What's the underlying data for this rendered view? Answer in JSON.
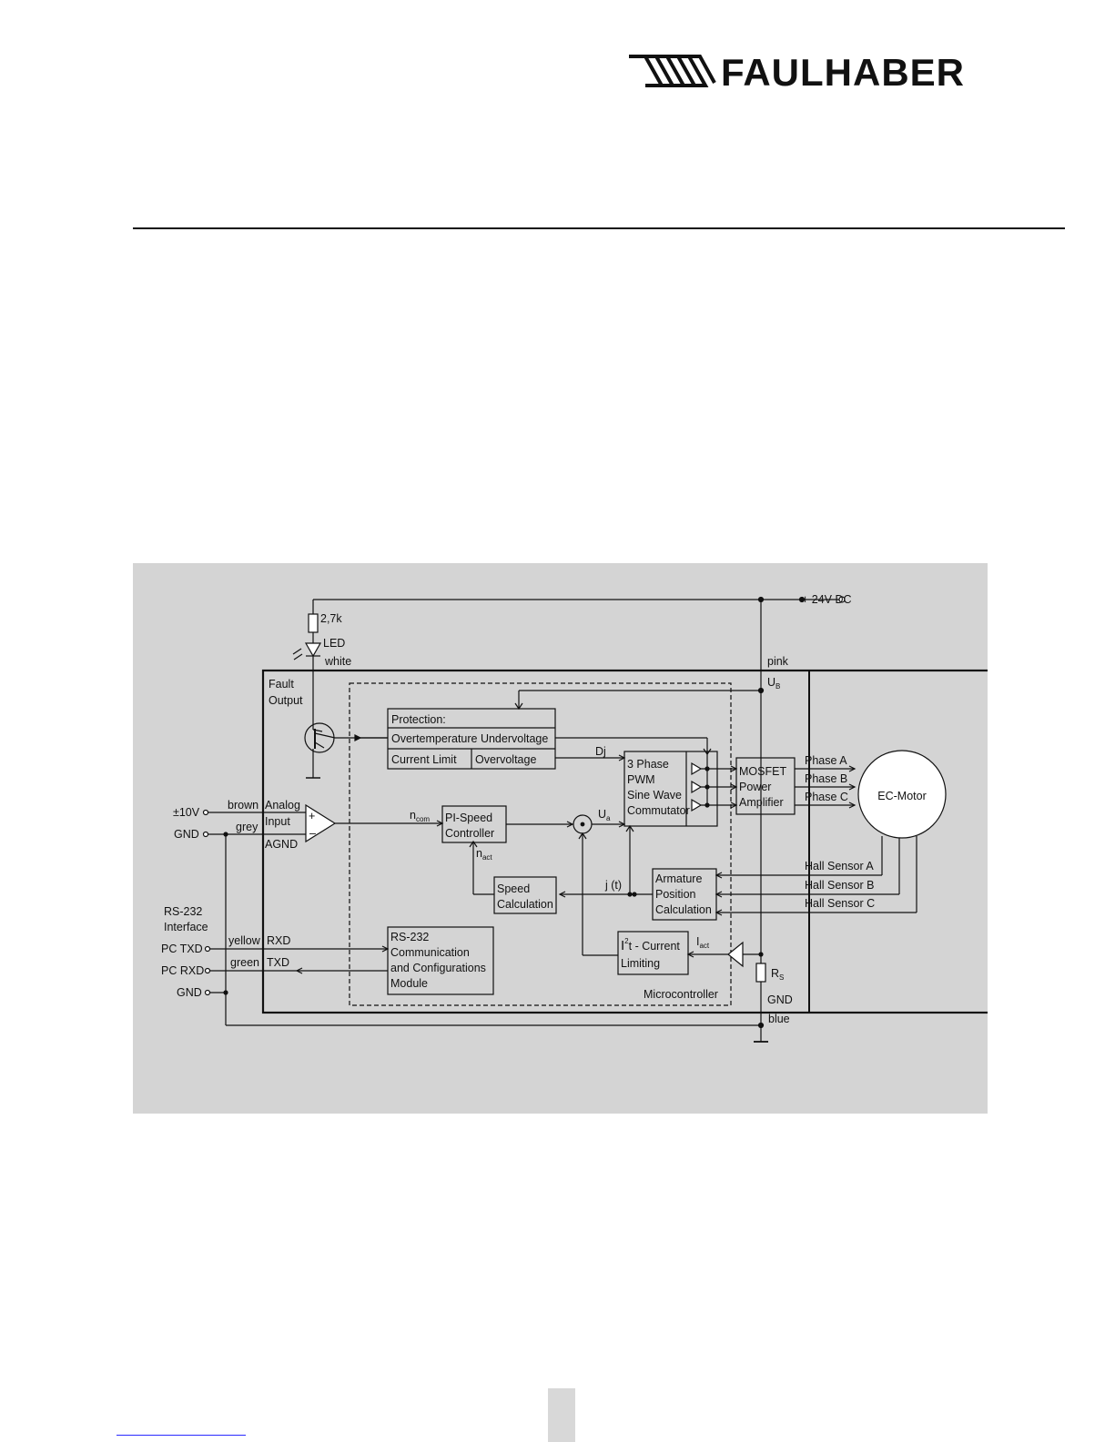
{
  "header": {
    "brand": "FAULHABER"
  },
  "diagram": {
    "supply_label": "+ 24V DC",
    "resistor_label": "2,7k",
    "led_label": "LED",
    "led_wire": "white",
    "supply_wire": "pink",
    "ub_label": "U",
    "ub_sub": "B",
    "fault_output": [
      "Fault",
      "Output"
    ],
    "protection": {
      "title": "Protection:",
      "row1": "Overtemperature Undervoltage",
      "current_limit": "Current Limit",
      "overvoltage": "Overvoltage"
    },
    "dj_label": "Dj",
    "commutator": [
      "3 Phase",
      "PWM",
      "Sine Wave",
      "Commutator"
    ],
    "mosfet": [
      "MOSFET",
      "Power",
      "Amplifier"
    ],
    "phases": [
      "Phase A",
      "Phase B",
      "Phase C"
    ],
    "motor_label": "EC-Motor",
    "analog": {
      "pin1": "±10V",
      "pin2": "GND",
      "wire1": "brown",
      "wire2": "grey",
      "label": [
        "Analog",
        "Input"
      ],
      "agnd": "AGND",
      "plus": "+",
      "minus": "–"
    },
    "ncom": "n",
    "ncom_sub": "com",
    "pi_controller": [
      "PI-Speed",
      "Controller"
    ],
    "ua": "U",
    "ua_sub": "a",
    "nact": "n",
    "nact_sub": "act",
    "speed_calc": [
      "Speed",
      "Calculation"
    ],
    "jt_label": "j  (t)",
    "armature": [
      "Armature",
      "Position",
      "Calculation"
    ],
    "hall_sensors": [
      "Hall Sensor A",
      "Hall Sensor B",
      "Hall Sensor C"
    ],
    "rs232": {
      "title": [
        "RS-232",
        "Interface"
      ],
      "pc_txd": "PC TXD",
      "pc_rxd": "PC RXD",
      "gnd": "GND",
      "wire_yellow": "yellow",
      "wire_green": "green",
      "rxd": "RXD",
      "txd": "TXD",
      "module": [
        "RS-232",
        "Communication",
        "and Configurations",
        "Module"
      ]
    },
    "i2t": {
      "i": "I",
      "sup": "2",
      "rest": "t - Current",
      "line2": "Limiting"
    },
    "iact": "I",
    "iact_sub": "act",
    "rs_label": "R",
    "rs_sub": "S",
    "gnd_label": "GND",
    "blue_wire": "blue",
    "microcontroller": "Microcontroller"
  },
  "colors": {
    "panel_bg": "#d4d4d4",
    "ink": "#111111"
  }
}
